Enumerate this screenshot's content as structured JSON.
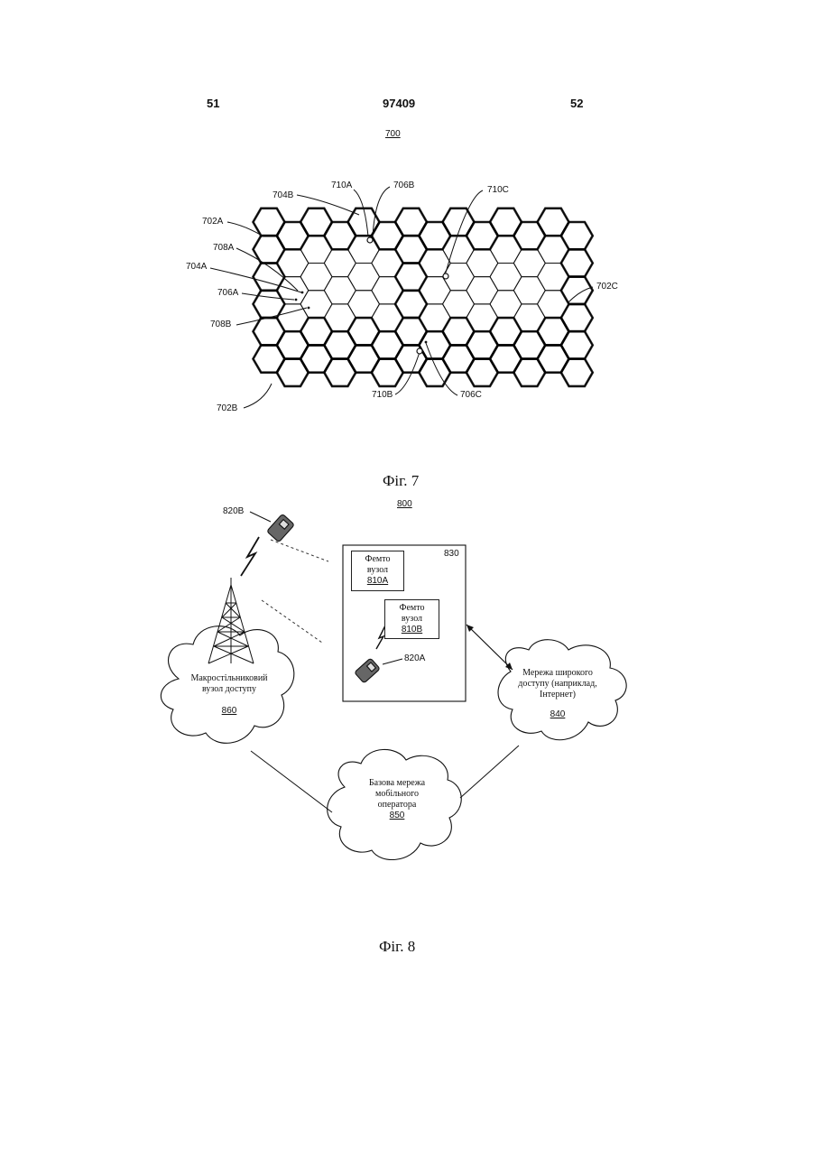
{
  "header": {
    "left_page": "51",
    "doc_number": "97409",
    "right_page": "52"
  },
  "fig7": {
    "ref": "700",
    "caption": "Фіг. 7",
    "labels": {
      "l710A": "710A",
      "l706B": "706B",
      "l704B": "704B",
      "l710C": "710C",
      "l702A": "702A",
      "l708A": "708A",
      "l704A": "704A",
      "l706A": "706A",
      "l702C": "702C",
      "l708B": "708B",
      "l710B": "710B",
      "l706C": "706C",
      "l702B": "702B"
    }
  },
  "fig8": {
    "ref": "800",
    "caption": "Фіг. 8",
    "phone_b": "820B",
    "phone_a": "820A",
    "building_ref": "830",
    "femto_a": {
      "line1": "Фемто",
      "line2": "вузол",
      "ref": "810A"
    },
    "femto_b": {
      "line1": "Фемто",
      "line2": "вузол",
      "ref": "810B"
    },
    "macro": {
      "line1": "Макростільниковий",
      "line2": "вузол доступу",
      "ref": "860"
    },
    "wide": {
      "line1": "Мережа широкого",
      "line2": "доступу (наприклад,",
      "line3": "Інтернет)",
      "ref": "840"
    },
    "core": {
      "line1": "Базова мережа",
      "line2": "мобільного",
      "line3": "оператора",
      "ref": "850"
    }
  }
}
